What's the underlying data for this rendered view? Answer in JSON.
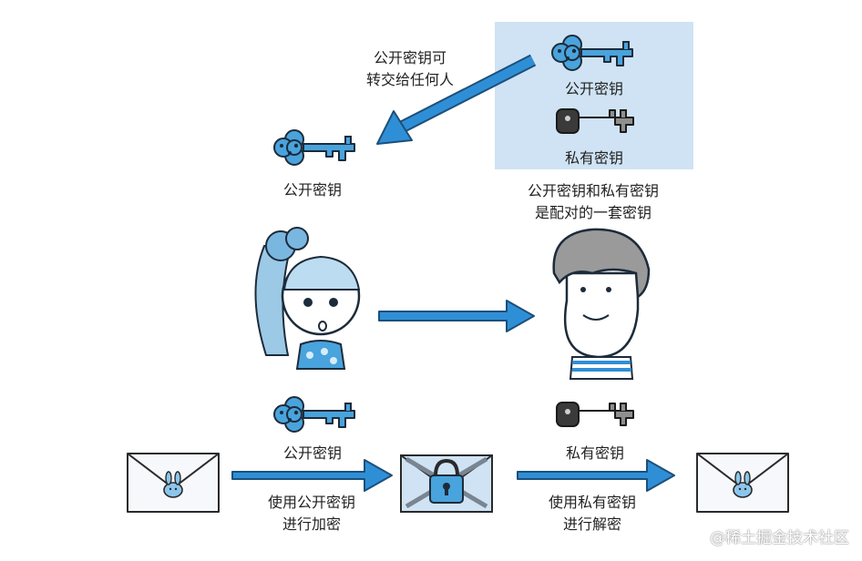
{
  "labels": {
    "public_key_forwardable_line1": "公开密钥可",
    "public_key_forwardable_line2": "转交给任何人",
    "panel_public_key": "公开密钥",
    "panel_private_key": "私有密钥",
    "pair_note_line1": "公开密钥和私有密钥",
    "pair_note_line2": "是配对的一套密钥",
    "received_public_key": "公开密钥",
    "encrypt_key_label": "公开密钥",
    "decrypt_key_label": "私有密钥",
    "encrypt_step_line1": "使用公开密钥",
    "encrypt_step_line2": "进行加密",
    "decrypt_step_line1": "使用私有密钥",
    "decrypt_step_line2": "进行解密"
  },
  "watermark": "@稀土掘金技术社区",
  "colors": {
    "accent_blue": "#2f8fd6",
    "key_blue": "#49a3dc",
    "panel_bg": "#cfe3f4",
    "private_key_dark": "#3a3a3a",
    "private_key_gray": "#8f8f8f",
    "envelope_fill": "#f6f8fb",
    "bunny_blue": "#8cc6ec"
  },
  "icons": [
    "blue-public-key-icon",
    "gray-private-key-icon",
    "envelope-icon",
    "padlock-icon",
    "girl-character",
    "boy-character",
    "blue-arrow"
  ]
}
